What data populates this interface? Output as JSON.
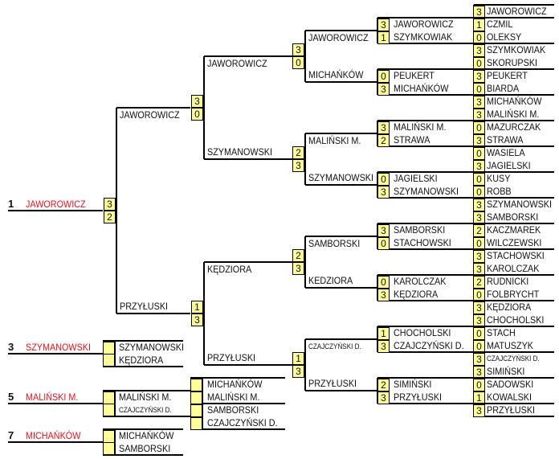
{
  "round1": [
    {
      "score": "3",
      "name": "JAWOROWICZ"
    },
    {
      "score": "1",
      "name": "CZMIL"
    },
    {
      "score": "0",
      "name": "OLEKSY"
    },
    {
      "score": "3",
      "name": "SZYMKOWIAK"
    },
    {
      "score": "0",
      "name": "SKORUPSKI"
    },
    {
      "score": "3",
      "name": "PEUKERT"
    },
    {
      "score": "0",
      "name": "BIARDA"
    },
    {
      "score": "3",
      "name": "MICHAŃKÓW"
    },
    {
      "score": "3",
      "name": "MALIŃSKI M."
    },
    {
      "score": "0",
      "name": "MAZURCZAK"
    },
    {
      "score": "3",
      "name": "STRAWA"
    },
    {
      "score": "0",
      "name": "WASIELA"
    },
    {
      "score": "3",
      "name": "JAGIELSKI"
    },
    {
      "score": "0",
      "name": "KUSY"
    },
    {
      "score": "0",
      "name": "ROBB"
    },
    {
      "score": "3",
      "name": "SZYMANOWSKI"
    },
    {
      "score": "3",
      "name": "SAMBORSKI"
    },
    {
      "score": "2",
      "name": "KACZMAREK"
    },
    {
      "score": "0",
      "name": "WILCZEWSKI"
    },
    {
      "score": "3",
      "name": "STACHOWSKI"
    },
    {
      "score": "3",
      "name": "KAROLCZAK"
    },
    {
      "score": "2",
      "name": "RUDNICKI"
    },
    {
      "score": "0",
      "name": "FOLBRYCHT"
    },
    {
      "score": "3",
      "name": "KĘDZIORA"
    },
    {
      "score": "3",
      "name": "CHOCHOLSKI"
    },
    {
      "score": "0",
      "name": "STACH"
    },
    {
      "score": "0",
      "name": "MATUSZYK"
    },
    {
      "score": "3",
      "name": "CZAJCZYŃSKI D."
    },
    {
      "score": "3",
      "name": "SIMIŃSKI"
    },
    {
      "score": "0",
      "name": "SADOWSKI"
    },
    {
      "score": "1",
      "name": "KOWALSKI"
    },
    {
      "score": "3",
      "name": "PRZYŁUSKI"
    }
  ],
  "round2": [
    [
      {
        "score": "3",
        "name": "JAWOROWICZ"
      },
      {
        "score": "1",
        "name": "SZYMKOWIAK"
      }
    ],
    [
      {
        "score": "0",
        "name": "PEUKERT"
      },
      {
        "score": "3",
        "name": "MICHAŃKÓW"
      }
    ],
    [
      {
        "score": "3",
        "name": "MALIŃSKI M."
      },
      {
        "score": "2",
        "name": "STRAWA"
      }
    ],
    [
      {
        "score": "0",
        "name": "JAGIELSKI"
      },
      {
        "score": "3",
        "name": "SZYMANOWSKI"
      }
    ],
    [
      {
        "score": "3",
        "name": "SAMBORSKI"
      },
      {
        "score": "0",
        "name": "STACHOWSKI"
      }
    ],
    [
      {
        "score": "0",
        "name": "KAROLCZAK"
      },
      {
        "score": "3",
        "name": "KĘDZIORA"
      }
    ],
    [
      {
        "score": "1",
        "name": "CHOCHOLSKI"
      },
      {
        "score": "3",
        "name": "CZAJCZYŃSKI D."
      }
    ],
    [
      {
        "score": "2",
        "name": "SIMIŃSKI"
      },
      {
        "score": "3",
        "name": "PRZYŁUSKI"
      }
    ]
  ],
  "round3": [
    {
      "names": [
        "JAWOROWICZ",
        "MICHAŃKÓW"
      ],
      "scores": [
        "3",
        "0"
      ]
    },
    {
      "names": [
        "MALIŃSKI M.",
        "SZYMANOWSKI"
      ],
      "scores": [
        "2",
        "3"
      ]
    },
    {
      "names": [
        "SAMBORSKI",
        "KEDZIORA"
      ],
      "scores": [
        "2",
        "3"
      ]
    },
    {
      "names": [
        "CZAJCZYŃSKI D.",
        "PRZYŁUSKI"
      ],
      "scores": [
        "1",
        "3"
      ]
    }
  ],
  "round4": [
    {
      "names": [
        "JAWOROWICZ",
        "SZYMANOWSKI"
      ],
      "scores": [
        "3",
        "0"
      ]
    },
    {
      "names": [
        "KĘDZIORA",
        "PRZYŁUSKI"
      ],
      "scores": [
        "1",
        "3"
      ]
    }
  ],
  "semifinal": [
    {
      "names": [
        "JAWOROWICZ",
        "PRZYŁUSKI"
      ],
      "scores": [
        "3",
        "2"
      ]
    }
  ],
  "final": {
    "rank": "1",
    "name": "JAWOROWICZ"
  },
  "placements": [
    {
      "rank": "3",
      "name": "SZYMANOWSKI",
      "players": [
        "SZYMANOWSKI",
        "KĘDZIORA"
      ]
    },
    {
      "rank": "5",
      "name": "MALIŃSKI M.",
      "players": [
        "MALIŃSKI M.",
        "CZAJCZYŃSKI D."
      ]
    },
    {
      "rank": "7",
      "name": "MICHAŃKÓW",
      "players": [
        "MICHAŃKÓW",
        "SAMBORSKI"
      ]
    }
  ],
  "places5to8": [
    "MICHAŃKÓW",
    "MALIŃSKI M.",
    "SAMBORSKI",
    "CZAJCZYŃSKI D."
  ],
  "colors": {
    "score_fill": "#ffff99",
    "winner_red": "#e0141e",
    "line": "#000000"
  }
}
